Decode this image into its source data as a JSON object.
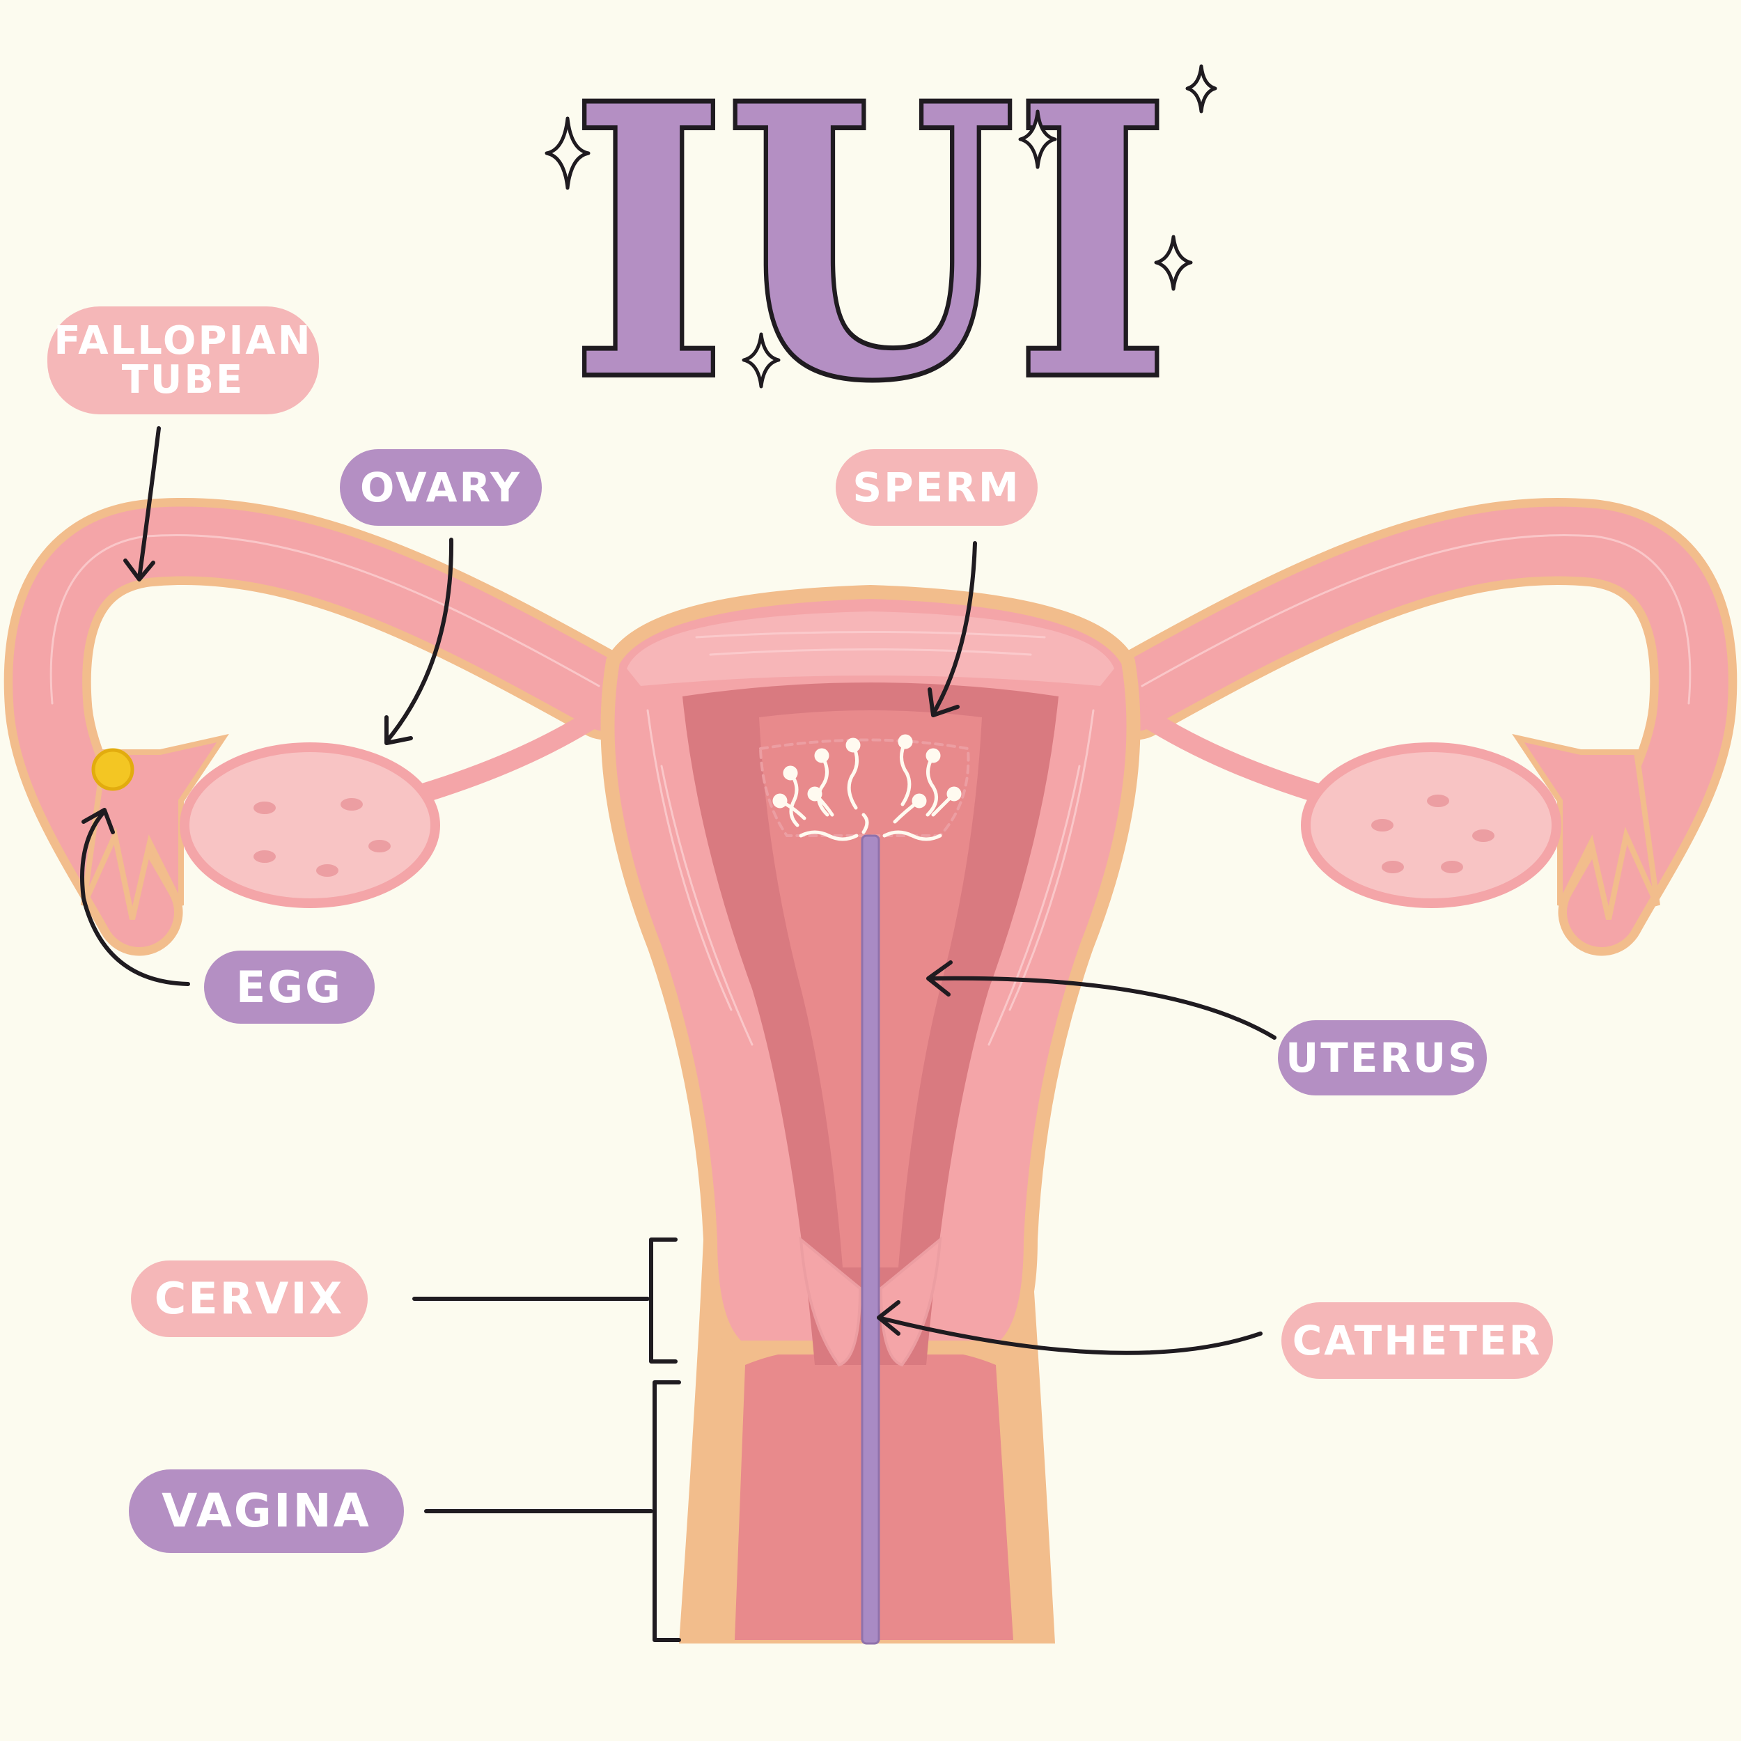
{
  "title": "IUI",
  "labels": {
    "fallopian_tube": "FALLOPIAN\nTUBE",
    "ovary": "OVARY",
    "sperm": "SPERM",
    "egg": "EGG",
    "uterus": "UTERUS",
    "cervix": "CERVIX",
    "catheter": "CATHETER",
    "vagina": "VAGINA"
  },
  "colors": {
    "background": "#fcfbef",
    "label_pink": "#f5b7b8",
    "label_purple": "#b48fc3",
    "tissue_pink": "#f4a5a8",
    "tissue_outline": "#f2bd8c",
    "cavity": "#e88a8c",
    "catheter": "#a98bc4",
    "egg": "#f3c623",
    "ink": "#1f1b20"
  }
}
